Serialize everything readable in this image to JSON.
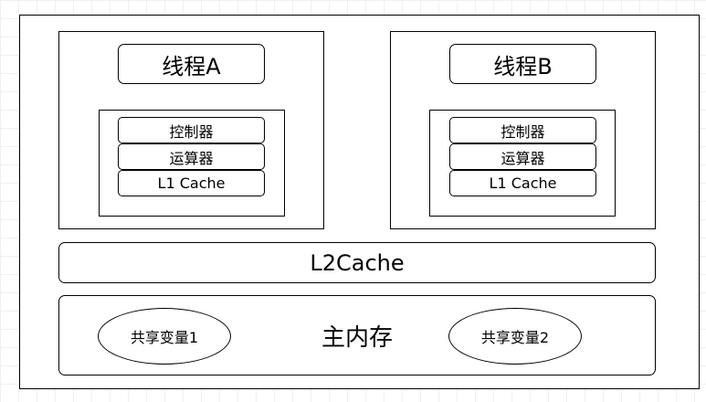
{
  "diagram": {
    "thread_a": {
      "title": "线程A",
      "controller": "控制器",
      "alu": "运算器",
      "l1_cache": "L1 Cache"
    },
    "thread_b": {
      "title": "线程B",
      "controller": "控制器",
      "alu": "运算器",
      "l1_cache": "L1 Cache"
    },
    "l2_cache": "L2Cache",
    "main_memory": {
      "label": "主内存",
      "shared_var_1": "共享变量1",
      "shared_var_2": "共享变量2"
    }
  }
}
